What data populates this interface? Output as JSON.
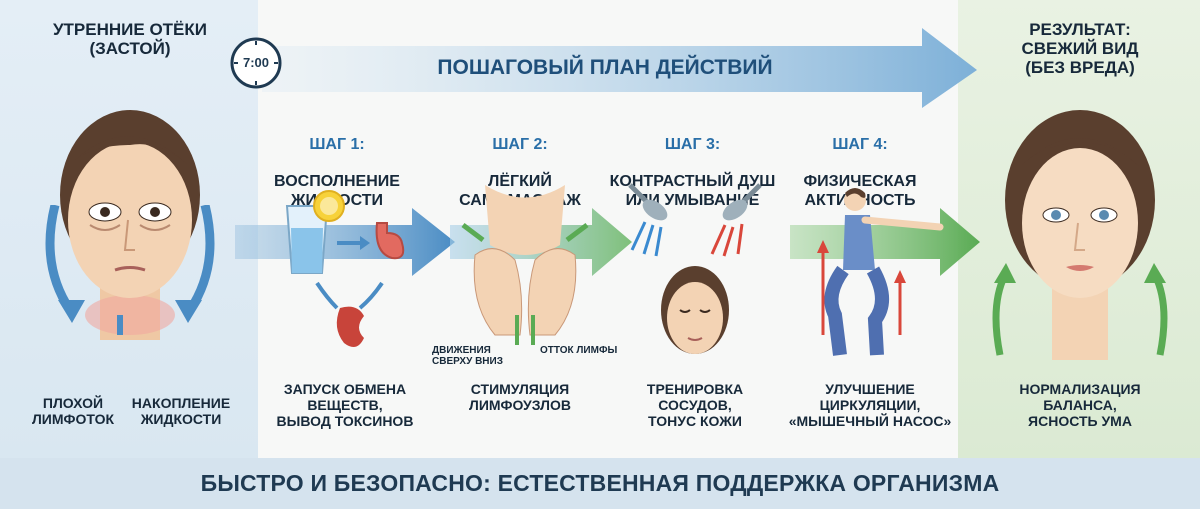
{
  "left": {
    "title": "УТРЕННИЕ ОТЁКИ\n(ЗАСТОЙ)",
    "label_left": "ПЛОХОЙ\nЛИМФОТОК",
    "label_right": "НАКОПЛЕНИЕ\nЖИДКОСТИ"
  },
  "timeline": {
    "clock": "7:00",
    "title": "ПОШАГОВЫЙ ПЛАН ДЕЙСТВИЙ"
  },
  "steps": [
    {
      "num": "ШАГ 1:",
      "name": "ВОСПОЛНЕНИЕ\nЖИДКОСТИ",
      "result": "ЗАПУСК ОБМЕНА\nВЕЩЕСТВ,\nВЫВОД ТОКСИНОВ"
    },
    {
      "num": "ШАГ 2:",
      "name": "ЛЁГКИЙ\nСАМОМАССАЖ",
      "result": "СТИМУЛЯЦИЯ\nЛИМФОУЗЛОВ",
      "sub_left": "ДВИЖЕНИЯ\nСВЕРХУ ВНИЗ",
      "sub_right": "ОТТОК ЛИМФЫ"
    },
    {
      "num": "ШАГ 3:",
      "name": "КОНТРАСТНЫЙ ДУШ\nИЛИ УМЫВАНИЕ",
      "result": "ТРЕНИРОВКА\nСОСУДОВ,\nТОНУС КОЖИ"
    },
    {
      "num": "ШАГ 4:",
      "name": "ФИЗИЧЕСКАЯ\nАКТИВНОСТЬ",
      "result": "УЛУЧШЕНИЕ\nЦИРКУЛЯЦИИ,\n«МЫШЕЧНЫЙ НАСОС»"
    }
  ],
  "right": {
    "title": "РЕЗУЛЬТАТ:\nСВЕЖИЙ ВИД\n(БЕЗ ВРЕДА)",
    "result": "НОРМАЛИЗАЦИЯ\nБАЛАНСА,\nЯСНОСТЬ УМА"
  },
  "footer": "БЫСТРО И БЕЗОПАСНО: ЕСТЕСТВЕННАЯ ПОДДЕРЖКА ОРГАНИЗМА",
  "colors": {
    "blue_arrow": "#4a8cc4",
    "green_arrow": "#5aab54",
    "red_arrow": "#d9473b",
    "text_dark": "#17293a",
    "step_blue": "#2a6fa8",
    "skin": "#f3d3b4",
    "hair": "#5a3f2e"
  },
  "icons": [
    "clock-icon",
    "glass-of-water-icon",
    "lemon-icon",
    "stomach-icon",
    "kidney-icon",
    "massage-hands-icon",
    "shower-head-icon",
    "woman-face-icon",
    "squatting-woman-icon"
  ]
}
